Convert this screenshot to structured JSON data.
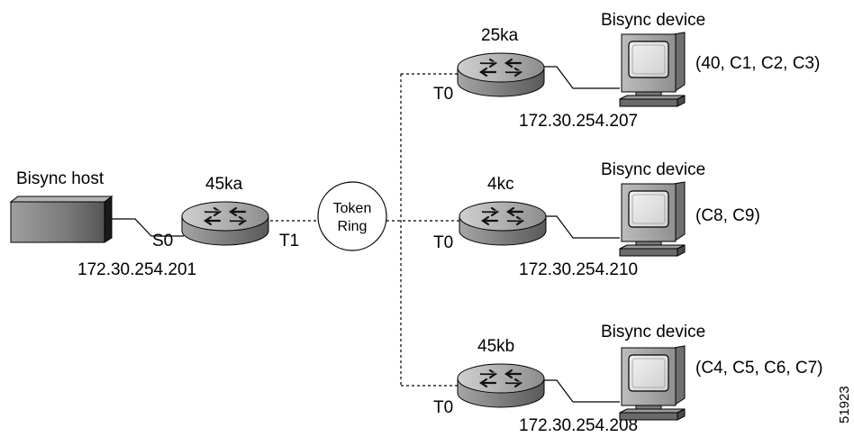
{
  "host": {
    "label": "Bisync host"
  },
  "central_router": {
    "name": "45ka",
    "ip": "172.30.254.201",
    "serial_port": "S0",
    "token_port": "T1"
  },
  "token_ring": {
    "line1": "Token",
    "line2": "Ring"
  },
  "branches": [
    {
      "router_name": "25ka",
      "port": "T0",
      "ip": "172.30.254.207",
      "device_label": "Bisync device",
      "addresses": "(40, C1, C2, C3)"
    },
    {
      "router_name": "4kc",
      "port": "T0",
      "ip": "172.30.254.210",
      "device_label": "Bisync device",
      "addresses": "(C8, C9)"
    },
    {
      "router_name": "45kb",
      "port": "T0",
      "ip": "172.30.254.208",
      "device_label": "Bisync device",
      "addresses": "(C4, C5, C6, C7)"
    }
  ],
  "figure_number": "51923"
}
